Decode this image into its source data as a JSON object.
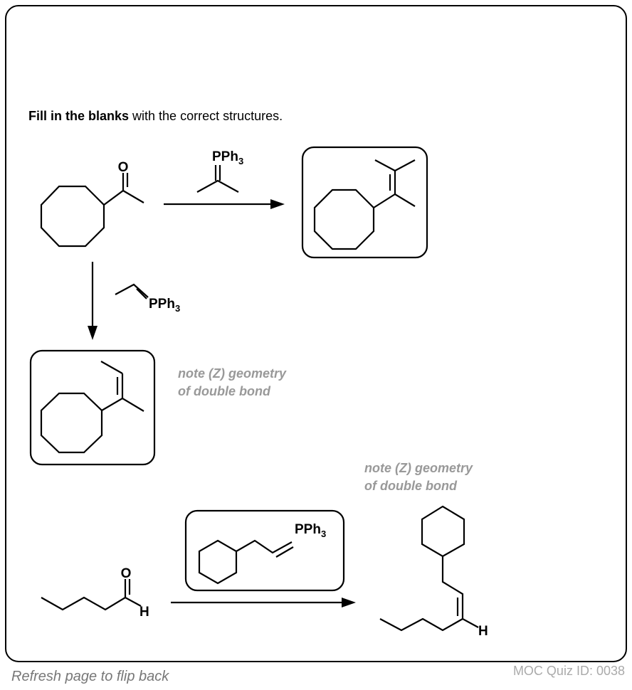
{
  "instructions": {
    "bold": "Fill in the blanks",
    "rest": " with the correct structures."
  },
  "reaction1": {
    "reagent": {
      "atom": "PPh",
      "subscript": "3"
    }
  },
  "reaction2": {
    "reagent": {
      "atom": "PPh",
      "subscript": "3"
    },
    "note_line1": "note (Z) geometry",
    "note_line2": "of double bond"
  },
  "reaction3": {
    "aldehyde": {
      "oxygen": "O",
      "hydrogen": "H"
    },
    "reagent": {
      "atom": "PPh",
      "subscript": "3"
    },
    "product": {
      "hydrogen": "H"
    },
    "note_line1": "note (Z) geometry",
    "note_line2": "of double bond"
  },
  "start_material": {
    "oxygen": "O"
  },
  "footer": {
    "flip_hint": "Refresh page to flip back",
    "quiz_id": "MOC Quiz ID: 0038"
  }
}
